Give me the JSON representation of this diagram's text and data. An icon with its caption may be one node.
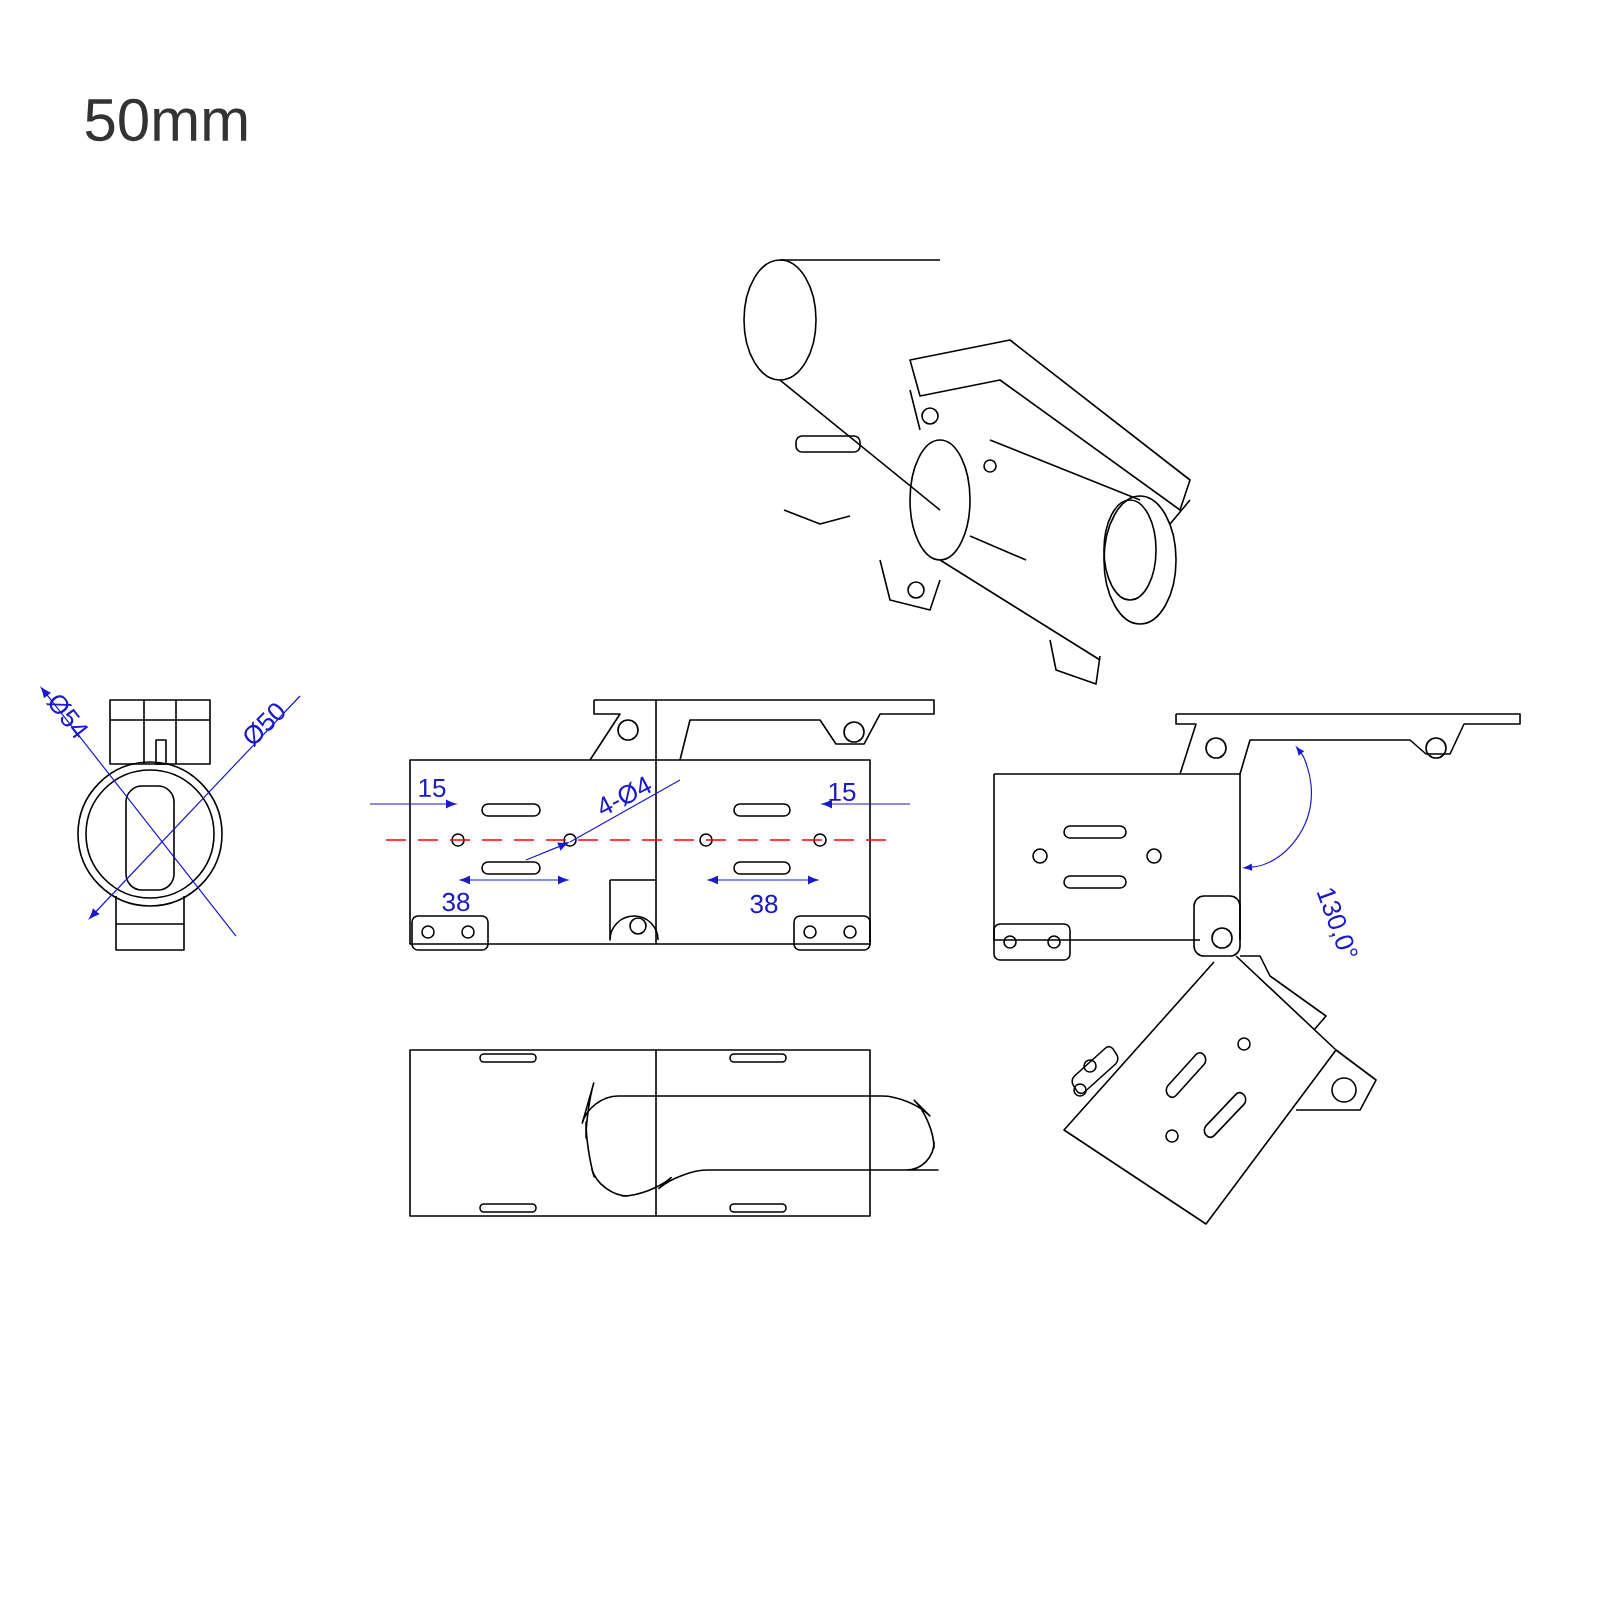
{
  "diagram": {
    "title": "50mm",
    "labels": [
      "Ø54",
      "Ø50",
      "15",
      "4-Ø4",
      "15",
      "38",
      "38",
      "130,0°"
    ]
  }
}
